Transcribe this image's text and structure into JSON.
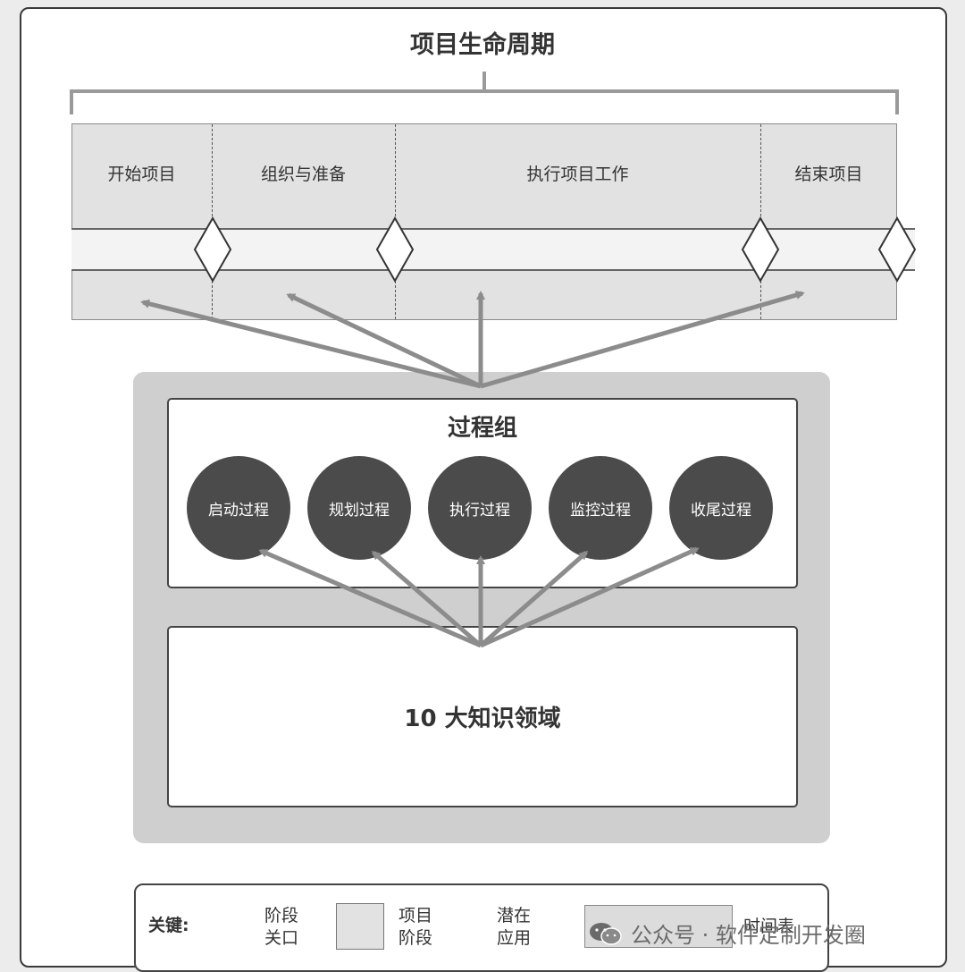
{
  "title": "项目生命周期",
  "phases": [
    "开始项目",
    "组织与准备",
    "执行项目工作",
    "结束项目"
  ],
  "process_group": {
    "title": "过程组",
    "processes": [
      "启动过程",
      "规划过程",
      "执行过程",
      "监控过程",
      "收尾过程"
    ]
  },
  "knowledge_areas": "10 大知识领域",
  "legend": {
    "key_label": "关键:",
    "gate_label_1": "阶段",
    "gate_label_2": "关口",
    "phase_label_1": "项目",
    "phase_label_2": "阶段",
    "apply_label_1": "潜在",
    "apply_label_2": "应用",
    "timeline_label": "时间表"
  },
  "watermark": "公众号 · 软件定制开发圈",
  "colors": {
    "arrow": "#8c8c8c",
    "circle": "#4b4b4b",
    "phase_fill": "#e2e2e2",
    "group_fill": "#cfcfcf"
  }
}
